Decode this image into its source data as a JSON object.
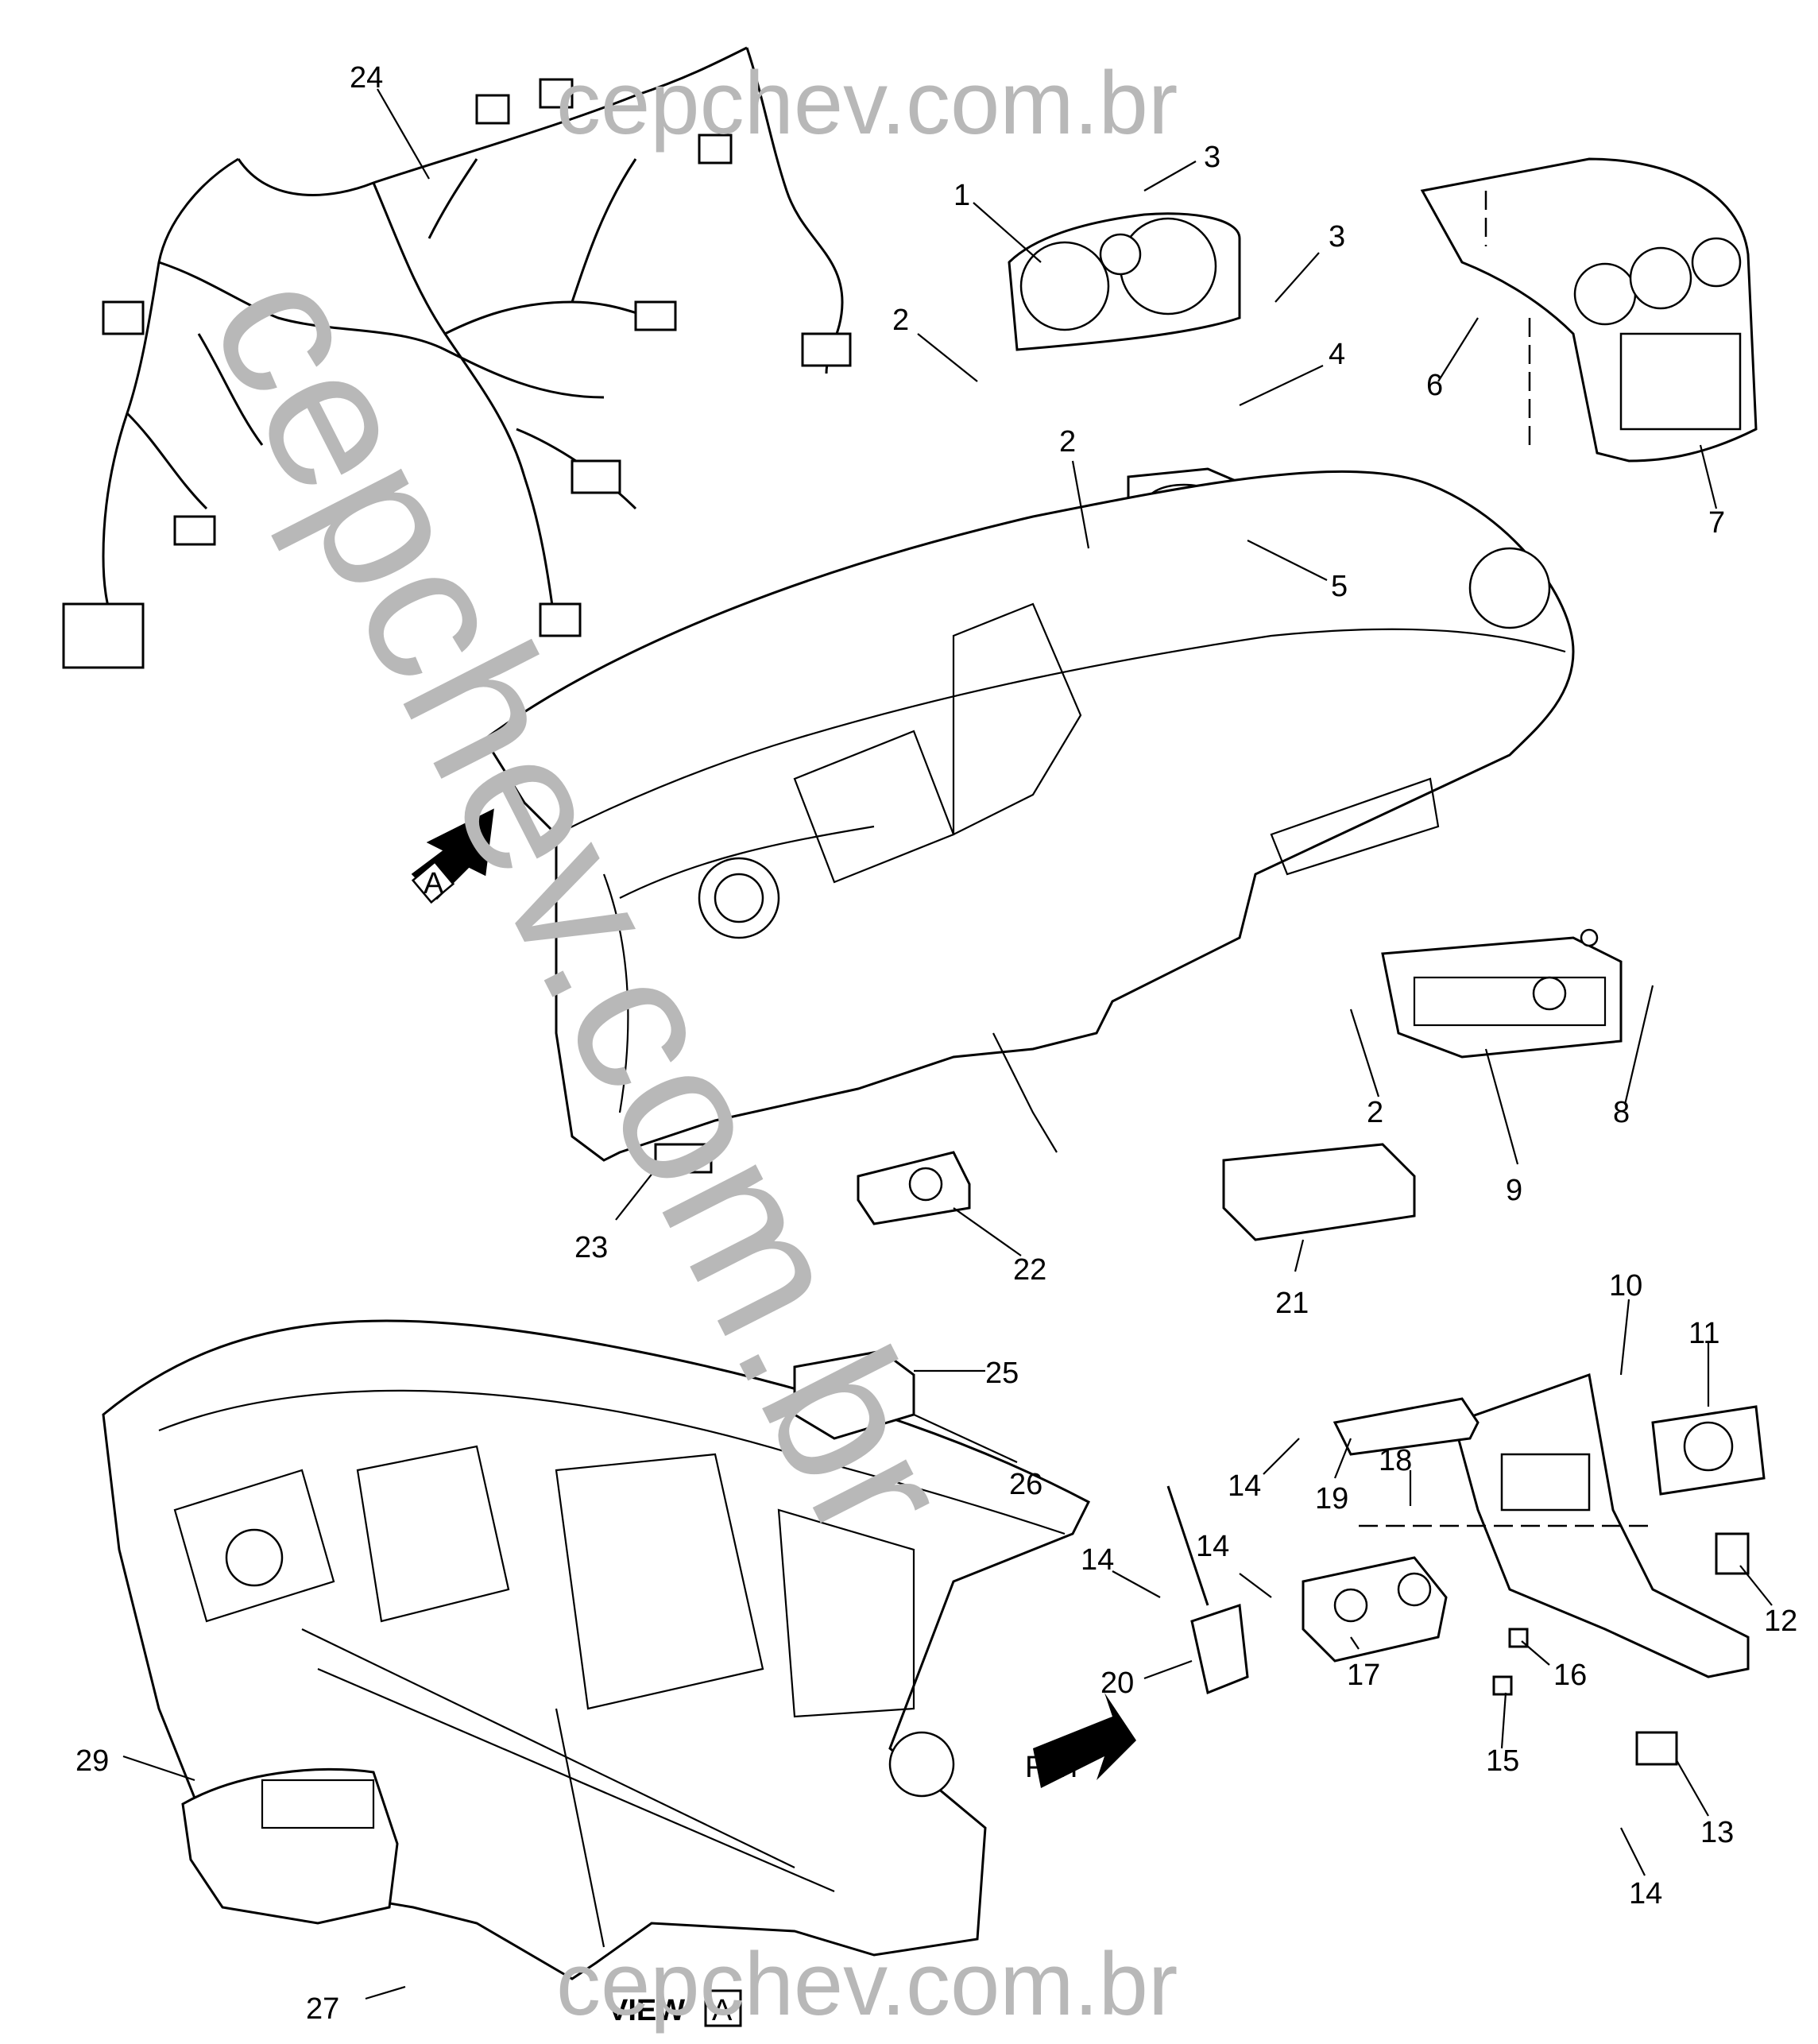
{
  "watermark": {
    "top": "cepchev.com.br",
    "bottom": "cepchev.com.br",
    "diagonal": "cepchev.com.br"
  },
  "view_label": {
    "text": "VIEW",
    "letter": "A"
  },
  "arrow_a_letter": "A",
  "front_arrow_label": "FRT",
  "callouts": [
    "24",
    "3",
    "1",
    "3",
    "2",
    "4",
    "6",
    "7",
    "2",
    "5",
    "8",
    "2",
    "9",
    "23",
    "22",
    "21",
    "10",
    "11",
    "25",
    "26",
    "14",
    "18",
    "19",
    "14",
    "14",
    "12",
    "20",
    "17",
    "16",
    "29",
    "15",
    "13",
    "14",
    "27"
  ]
}
